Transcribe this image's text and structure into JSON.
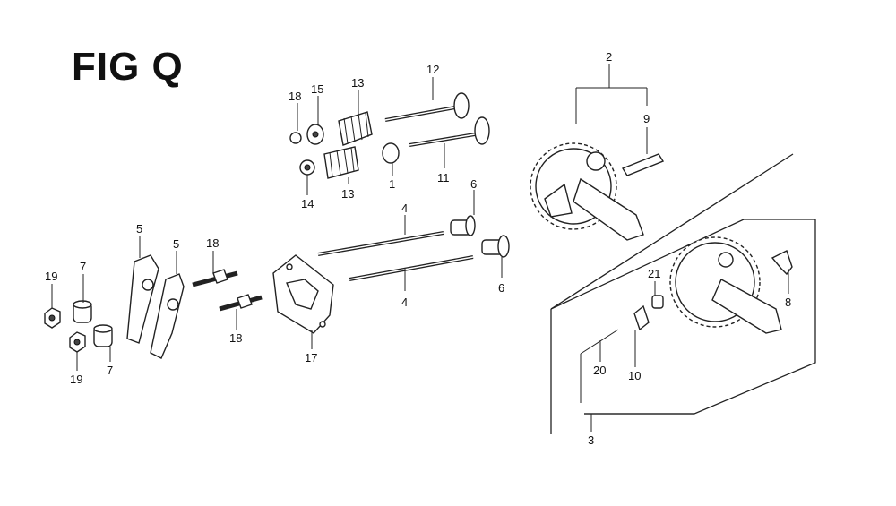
{
  "title": "FIG Q",
  "callouts": {
    "c1": "1",
    "c2": "2",
    "c3": "3",
    "c4a": "4",
    "c4b": "4",
    "c5a": "5",
    "c5b": "5",
    "c6a": "6",
    "c6b": "6",
    "c7a": "7",
    "c7b": "7",
    "c8": "8",
    "c9": "9",
    "c10": "10",
    "c11": "11",
    "c12": "12",
    "c13a": "13",
    "c13b": "13",
    "c14": "14",
    "c15": "15",
    "c17": "17",
    "c18a": "18",
    "c18b": "18",
    "c18c": "18",
    "c19a": "19",
    "c19b": "19",
    "c20": "20",
    "c21": "21"
  },
  "colors": {
    "ink": "#222222",
    "paper": "#ffffff"
  }
}
